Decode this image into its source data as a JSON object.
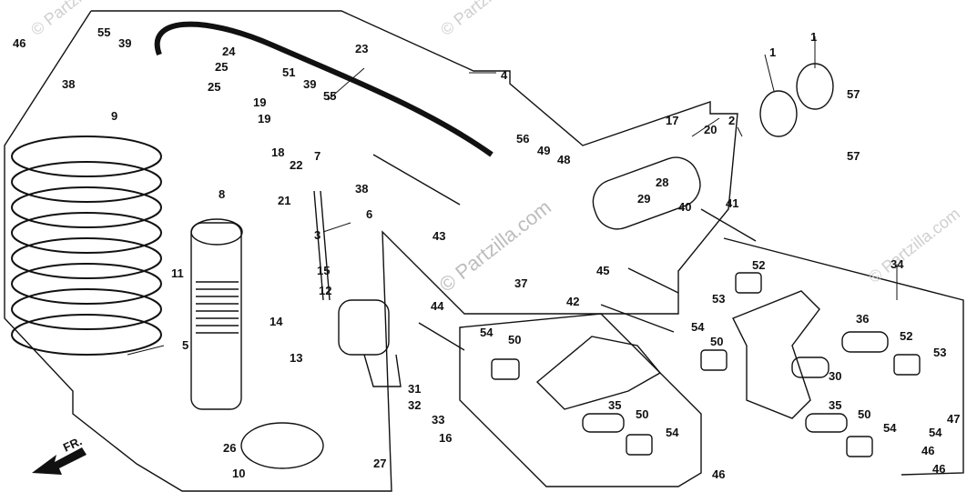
{
  "watermark": {
    "center": "© Partzilla.com",
    "corner_right": "© Partzilla.com",
    "corner_top": "© Partzilla",
    "corner_left": "© Partzilla"
  },
  "direction_label": "FR.",
  "callouts": [
    {
      "id": "c1",
      "text": "1"
    },
    {
      "id": "c1b",
      "text": "1"
    },
    {
      "id": "c2",
      "text": "2"
    },
    {
      "id": "c3",
      "text": "3"
    },
    {
      "id": "c4",
      "text": "4"
    },
    {
      "id": "c5",
      "text": "5"
    },
    {
      "id": "c6",
      "text": "6"
    },
    {
      "id": "c7",
      "text": "7"
    },
    {
      "id": "c8",
      "text": "8"
    },
    {
      "id": "c9",
      "text": "9"
    },
    {
      "id": "c10",
      "text": "10"
    },
    {
      "id": "c11",
      "text": "11"
    },
    {
      "id": "c12",
      "text": "12"
    },
    {
      "id": "c13",
      "text": "13"
    },
    {
      "id": "c14",
      "text": "14"
    },
    {
      "id": "c15",
      "text": "15"
    },
    {
      "id": "c16",
      "text": "16"
    },
    {
      "id": "c17",
      "text": "17"
    },
    {
      "id": "c18",
      "text": "18"
    },
    {
      "id": "c19a",
      "text": "19"
    },
    {
      "id": "c19b",
      "text": "19"
    },
    {
      "id": "c20",
      "text": "20"
    },
    {
      "id": "c21",
      "text": "21"
    },
    {
      "id": "c22",
      "text": "22"
    },
    {
      "id": "c23",
      "text": "23"
    },
    {
      "id": "c24",
      "text": "24"
    },
    {
      "id": "c25a",
      "text": "25"
    },
    {
      "id": "c25b",
      "text": "25"
    },
    {
      "id": "c26",
      "text": "26"
    },
    {
      "id": "c27",
      "text": "27"
    },
    {
      "id": "c28",
      "text": "28"
    },
    {
      "id": "c29",
      "text": "29"
    },
    {
      "id": "c30",
      "text": "30"
    },
    {
      "id": "c31",
      "text": "31"
    },
    {
      "id": "c32",
      "text": "32"
    },
    {
      "id": "c33",
      "text": "33"
    },
    {
      "id": "c34",
      "text": "34"
    },
    {
      "id": "c35a",
      "text": "35"
    },
    {
      "id": "c35b",
      "text": "35"
    },
    {
      "id": "c36",
      "text": "36"
    },
    {
      "id": "c37",
      "text": "37"
    },
    {
      "id": "c38a",
      "text": "38"
    },
    {
      "id": "c38b",
      "text": "38"
    },
    {
      "id": "c39a",
      "text": "39"
    },
    {
      "id": "c39b",
      "text": "39"
    },
    {
      "id": "c40",
      "text": "40"
    },
    {
      "id": "c41",
      "text": "41"
    },
    {
      "id": "c42",
      "text": "42"
    },
    {
      "id": "c43",
      "text": "43"
    },
    {
      "id": "c44",
      "text": "44"
    },
    {
      "id": "c45",
      "text": "45"
    },
    {
      "id": "c46a",
      "text": "46"
    },
    {
      "id": "c46b",
      "text": "46"
    },
    {
      "id": "c46c",
      "text": "46"
    },
    {
      "id": "c46d",
      "text": "46"
    },
    {
      "id": "c47",
      "text": "47"
    },
    {
      "id": "c48",
      "text": "48"
    },
    {
      "id": "c49",
      "text": "49"
    },
    {
      "id": "c50a",
      "text": "50"
    },
    {
      "id": "c50b",
      "text": "50"
    },
    {
      "id": "c50c",
      "text": "50"
    },
    {
      "id": "c50d",
      "text": "50"
    },
    {
      "id": "c51",
      "text": "51"
    },
    {
      "id": "c52a",
      "text": "52"
    },
    {
      "id": "c52b",
      "text": "52"
    },
    {
      "id": "c53a",
      "text": "53"
    },
    {
      "id": "c53b",
      "text": "53"
    },
    {
      "id": "c54a",
      "text": "54"
    },
    {
      "id": "c54b",
      "text": "54"
    },
    {
      "id": "c54c",
      "text": "54"
    },
    {
      "id": "c54d",
      "text": "54"
    },
    {
      "id": "c54e",
      "text": "54"
    },
    {
      "id": "c55a",
      "text": "55"
    },
    {
      "id": "c55b",
      "text": "55"
    },
    {
      "id": "c56",
      "text": "56"
    },
    {
      "id": "c57a",
      "text": "57"
    },
    {
      "id": "c57b",
      "text": "57"
    }
  ]
}
